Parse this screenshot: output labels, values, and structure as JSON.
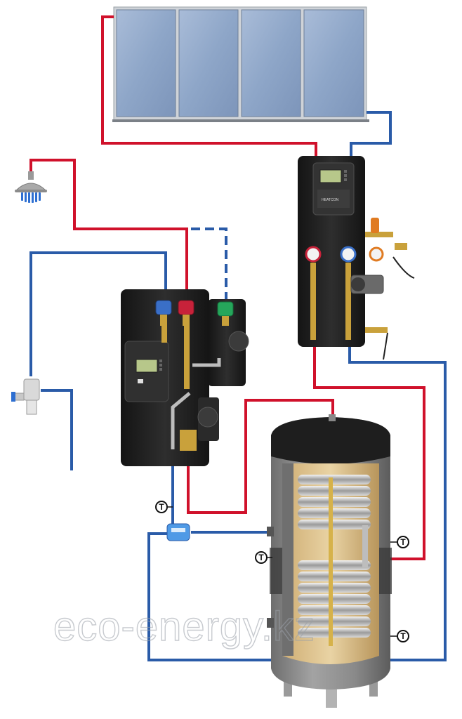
{
  "colors": {
    "hot_pipe": "#d0112b",
    "cold_pipe": "#2a5ba8",
    "panel_blue": "#8fa8cc",
    "unit_body": "#1f1f1f",
    "tank_body": "#8d8d8d",
    "brass": "#c9a13b"
  },
  "sensors": {
    "label": "T",
    "items": [
      {
        "id": "sensor-feed"
      },
      {
        "id": "sensor-tank-upper"
      },
      {
        "id": "sensor-tank-left"
      },
      {
        "id": "sensor-tank-lower"
      }
    ]
  },
  "watermark": {
    "text": "eco-energy.kz"
  },
  "icons": [
    "solar-panel-icon",
    "shower-head-icon",
    "mixing-valve-icon",
    "controller-icon",
    "pump-icon",
    "pressure-gauge-icon",
    "flow-switch-icon",
    "temperature-sensor-icon",
    "storage-tank-icon"
  ]
}
